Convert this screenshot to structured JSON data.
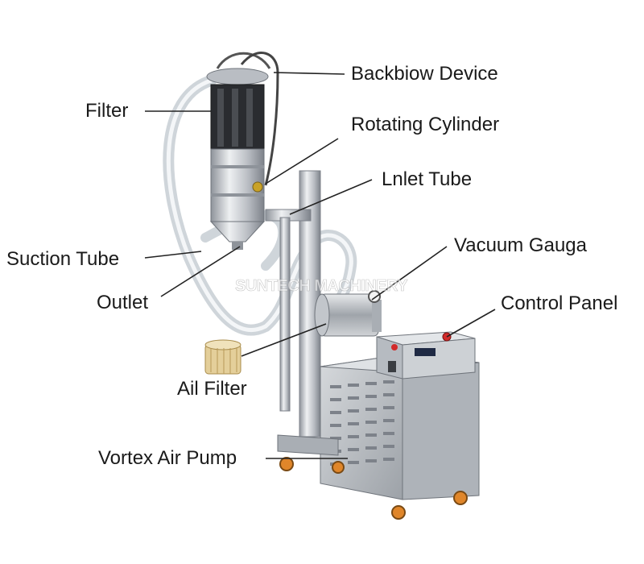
{
  "watermark": "SUNTECH MACHINERY",
  "labels": {
    "backblow_device": "Backbiow Device",
    "filter": "Filter",
    "rotating_cylinder": "Rotating Cylinder",
    "inlet_tube": "Lnlet Tube",
    "suction_tube": "Suction Tube",
    "vacuum_gauge": "Vacuum Gauga",
    "outlet": "Outlet",
    "control_panel": "Control Panel",
    "air_filter": "Ail Filter",
    "vortex_air_pump": "Vortex Air Pump"
  },
  "colors": {
    "text": "#1a1a1a",
    "leader": "#222222",
    "steel": "#c9ccd1",
    "steel_dark": "#8e939a",
    "filter_dark": "#2a2c30",
    "hose": "#d9dee2",
    "wheel": "#e0862a",
    "button_red": "#d22a2a"
  }
}
